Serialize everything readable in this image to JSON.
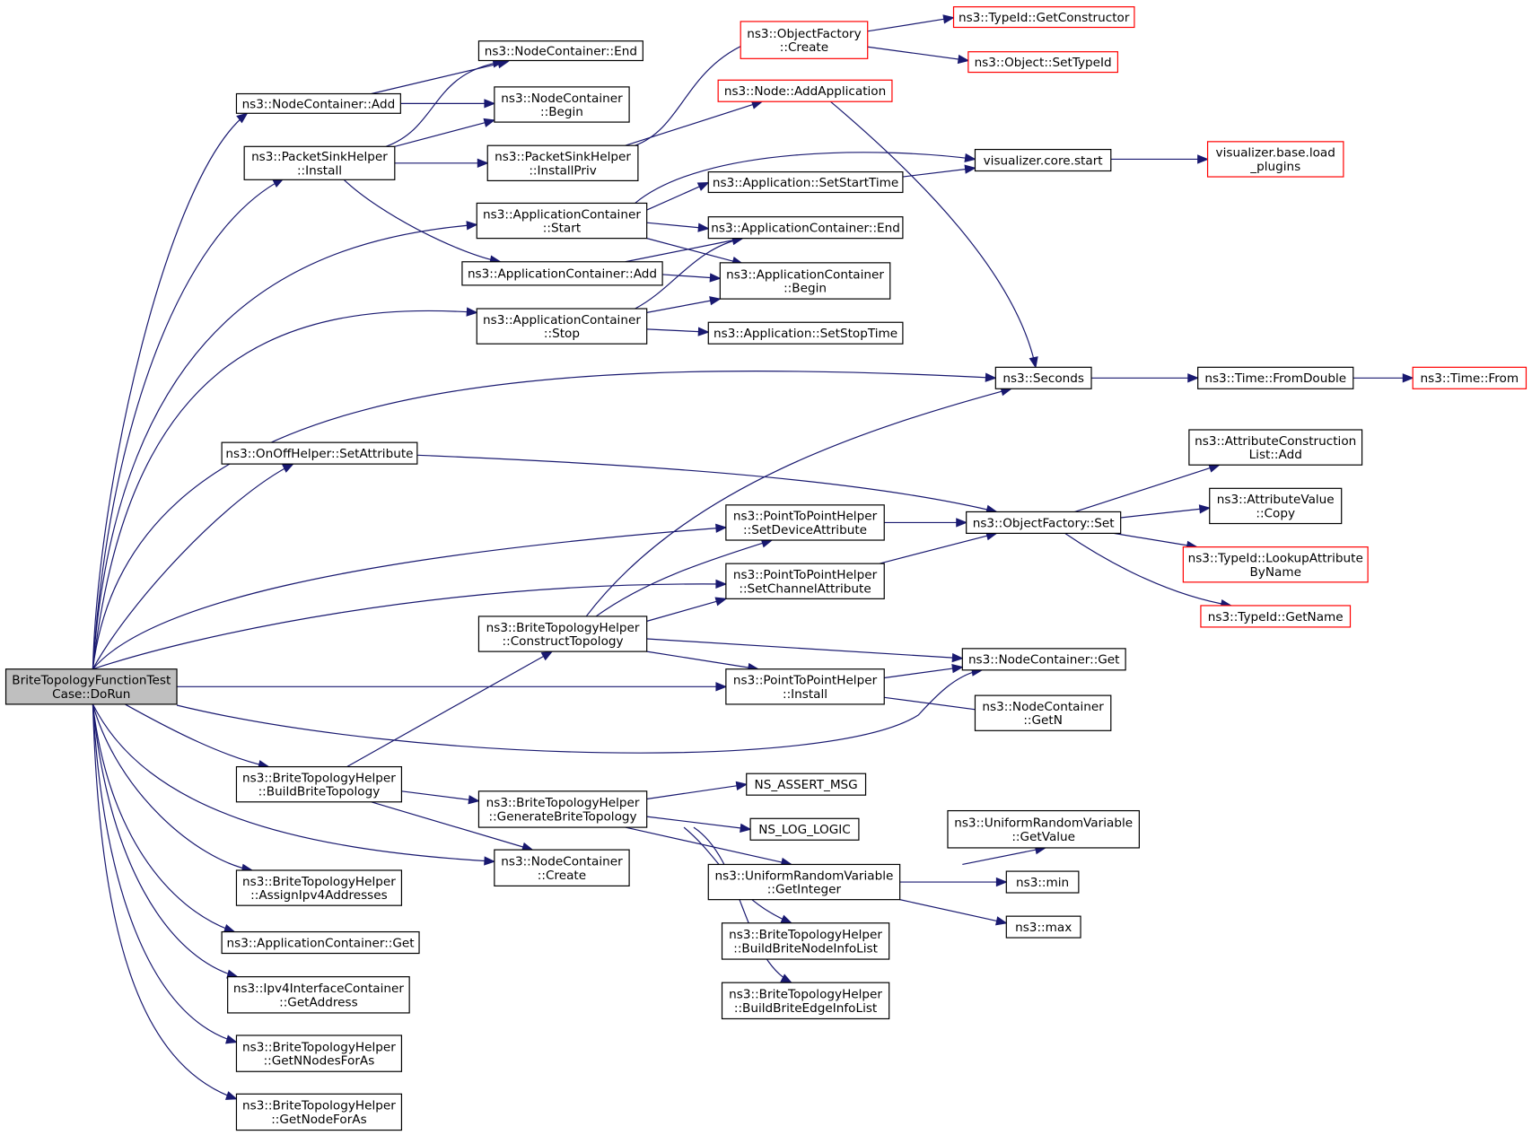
{
  "colors": {
    "edge": "#191970",
    "node_border": "#000000",
    "node_border_truncated": "#ff0000",
    "root_fill": "#bfbfbf"
  },
  "nodes": {
    "root": [
      "BriteTopologyFunctionTest",
      "Case::DoRun"
    ],
    "nc_add": [
      "ns3::NodeContainer::Add"
    ],
    "nc_end": [
      "ns3::NodeContainer::End"
    ],
    "nc_begin": [
      "ns3::NodeContainer",
      "::Begin"
    ],
    "psh_install": [
      "ns3::PacketSinkHelper",
      "::Install"
    ],
    "psh_installpriv": [
      "ns3::PacketSinkHelper",
      "::InstallPriv"
    ],
    "of_create": [
      "ns3::ObjectFactory",
      "::Create"
    ],
    "tid_getctor": [
      "ns3::TypeId::GetConstructor"
    ],
    "obj_settypeid": [
      "ns3::Object::SetTypeId"
    ],
    "node_addapp": [
      "ns3::Node::AddApplication"
    ],
    "ac_start": [
      "ns3::ApplicationContainer",
      "::Start"
    ],
    "app_setstart": [
      "ns3::Application::SetStartTime"
    ],
    "viz_start": [
      "visualizer.core.start"
    ],
    "viz_load": [
      "visualizer.base.load",
      "_plugins"
    ],
    "ac_end": [
      "ns3::ApplicationContainer::End"
    ],
    "ac_add": [
      "ns3::ApplicationContainer::Add"
    ],
    "ac_begin": [
      "ns3::ApplicationContainer",
      "::Begin"
    ],
    "ac_stop": [
      "ns3::ApplicationContainer",
      "::Stop"
    ],
    "app_setstop": [
      "ns3::Application::SetStopTime"
    ],
    "seconds": [
      "ns3::Seconds"
    ],
    "time_fromdouble": [
      "ns3::Time::FromDouble"
    ],
    "time_from": [
      "ns3::Time::From"
    ],
    "onoff_setattr": [
      "ns3::OnOffHelper::SetAttribute"
    ],
    "acl_add": [
      "ns3::AttributeConstruction",
      "List::Add"
    ],
    "av_copy": [
      "ns3::AttributeValue",
      "::Copy"
    ],
    "of_set": [
      "ns3::ObjectFactory::Set"
    ],
    "tid_lookup": [
      "ns3::TypeId::LookupAttribute",
      "ByName"
    ],
    "tid_getname": [
      "ns3::TypeId::GetName"
    ],
    "p2p_setdev": [
      "ns3::PointToPointHelper",
      "::SetDeviceAttribute"
    ],
    "p2p_setchan": [
      "ns3::PointToPointHelper",
      "::SetChannelAttribute"
    ],
    "bth_construct": [
      "ns3::BriteTopologyHelper",
      "::ConstructTopology"
    ],
    "nc_get": [
      "ns3::NodeContainer::Get"
    ],
    "p2p_install": [
      "ns3::PointToPointHelper",
      "::Install"
    ],
    "nc_getn": [
      "ns3::NodeContainer",
      "::GetN"
    ],
    "bth_build": [
      "ns3::BriteTopologyHelper",
      "::BuildBriteTopology"
    ],
    "bth_generate": [
      "ns3::BriteTopologyHelper",
      "::GenerateBriteTopology"
    ],
    "ns_assert": [
      "NS_ASSERT_MSG"
    ],
    "ns_log": [
      "NS_LOG_LOGIC"
    ],
    "urv_getvalue": [
      "ns3::UniformRandomVariable",
      "::GetValue"
    ],
    "urv_getint": [
      "ns3::UniformRandomVariable",
      "::GetInteger"
    ],
    "nc_create": [
      "ns3::NodeContainer",
      "::Create"
    ],
    "ns_min": [
      "ns3::min"
    ],
    "ns_max": [
      "ns3::max"
    ],
    "bth_assign": [
      "ns3::BriteTopologyHelper",
      "::AssignIpv4Addresses"
    ],
    "ac_get": [
      "ns3::ApplicationContainer::Get"
    ],
    "bth_nodeinfo": [
      "ns3::BriteTopologyHelper",
      "::BuildBriteNodeInfoList"
    ],
    "ipv4_getaddr": [
      "ns3::Ipv4InterfaceContainer",
      "::GetAddress"
    ],
    "bth_edgeinfo": [
      "ns3::BriteTopologyHelper",
      "::BuildBriteEdgeInfoList"
    ],
    "bth_getnnodes": [
      "ns3::BriteTopologyHelper",
      "::GetNNodesForAs"
    ],
    "bth_getnodeforas": [
      "ns3::BriteTopologyHelper",
      "::GetNodeForAs"
    ]
  }
}
